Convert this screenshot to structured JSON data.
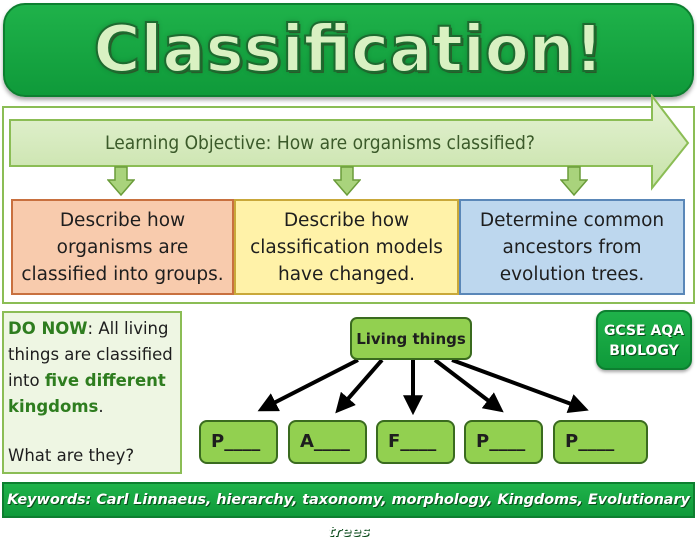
{
  "title": "Classification!",
  "learning_objective": "Learning Objective: How are organisms classified?",
  "objectives": [
    "Describe how organisms are classified into groups.",
    "Describe how classification models have changed.",
    "Determine common ancestors from evolution trees."
  ],
  "do_now": {
    "label": "DO NOW",
    "text_1": ": All living things are classified into ",
    "highlight": "five different kingdoms",
    "text_2": ".",
    "question": "What are they?"
  },
  "diagram": {
    "root": "Living things",
    "kingdoms": [
      "P____",
      "A____",
      "F____",
      "P____",
      "P____"
    ]
  },
  "badge": {
    "line1": "GCSE AQA",
    "line2": "BIOLOGY"
  },
  "keywords": "Keywords: Carl Linnaeus, hierarchy, taxonomy, morphology, Kingdoms, Evolutionary trees",
  "colors": {
    "banner_green": "#1fb24a",
    "objective_1_bg": "#f8cbad",
    "objective_2_bg": "#fff2a8",
    "objective_3_bg": "#bdd7ee",
    "node_green": "#92d050"
  }
}
